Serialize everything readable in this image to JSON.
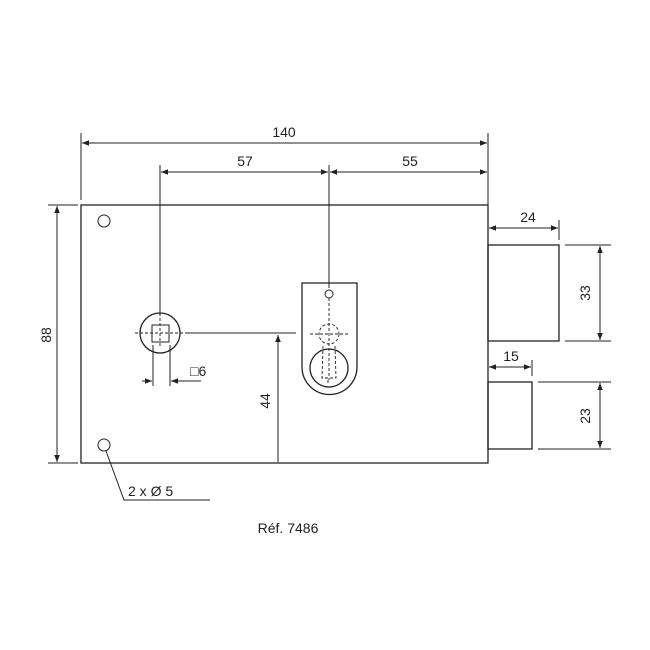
{
  "dimensions": {
    "overall_width": "140",
    "spindle_offset": "57",
    "cylinder_offset": "55",
    "height": "88",
    "spindle_height": "44",
    "spindle_square": "□6",
    "deadbolt_projection": "24",
    "deadbolt_height": "33",
    "latch_projection": "15",
    "latch_height": "23",
    "fixing_holes": "2 x Ø 5"
  },
  "reference": "Réf. 7486",
  "colors": {
    "line": "#222222",
    "background": "#ffffff"
  }
}
